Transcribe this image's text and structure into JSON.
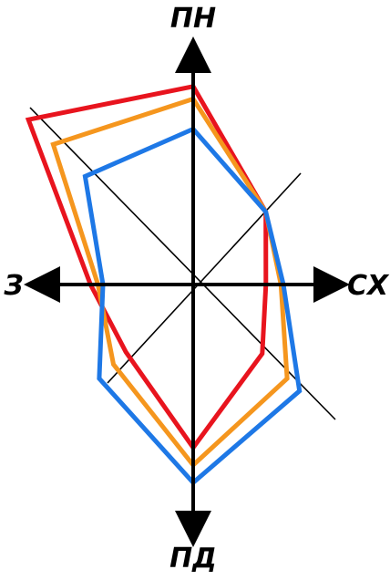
{
  "chart_data": {
    "type": "radar",
    "title": "",
    "directions": [
      "ПН",
      "СХ",
      "ПД",
      "З"
    ],
    "axes_order": [
      "N",
      "NE",
      "E",
      "SE",
      "S",
      "SW",
      "W",
      "NW"
    ],
    "grid": false,
    "legend": "none",
    "series": [
      {
        "color": "#e8141e",
        "values": [
          0.79,
          0.41,
          0.29,
          0.39,
          0.65,
          0.38,
          0.41,
          0.93
        ]
      },
      {
        "color": "#f5961e",
        "values": [
          0.74,
          0.41,
          0.35,
          0.53,
          0.72,
          0.45,
          0.38,
          0.79
        ]
      },
      {
        "color": "#1e78e6",
        "values": [
          0.62,
          0.41,
          0.36,
          0.6,
          0.79,
          0.53,
          0.36,
          0.61
        ]
      }
    ]
  },
  "labels": {
    "north": "ПН",
    "east": "СХ",
    "south": "ПД",
    "west": "З"
  },
  "colors": {
    "axis": "#000000",
    "background": "#ffffff"
  }
}
